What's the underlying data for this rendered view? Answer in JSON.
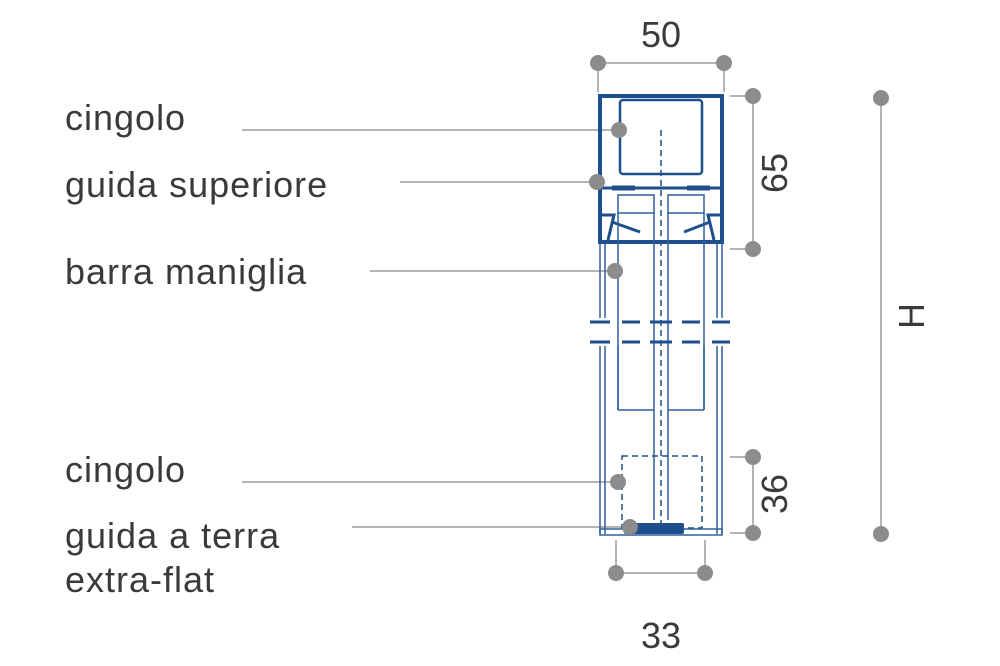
{
  "labels": {
    "belt_top": "cingolo",
    "upper_guide": "guida superiore",
    "handle_bar": "barra maniglia",
    "belt_bottom": "cingolo",
    "floor_guide_line1": "guida a terra",
    "floor_guide_line2": "extra-flat"
  },
  "dimensions": {
    "top_width": "50",
    "bottom_width": "33",
    "upper_height": "65",
    "lower_height": "36",
    "total_height": "H"
  },
  "colors": {
    "profile": "#1f4e8c",
    "profile_light": "#2f5f9e",
    "leader": "#9a9a9a",
    "dot": "#8c8c8c",
    "text": "#3a3a3a"
  }
}
